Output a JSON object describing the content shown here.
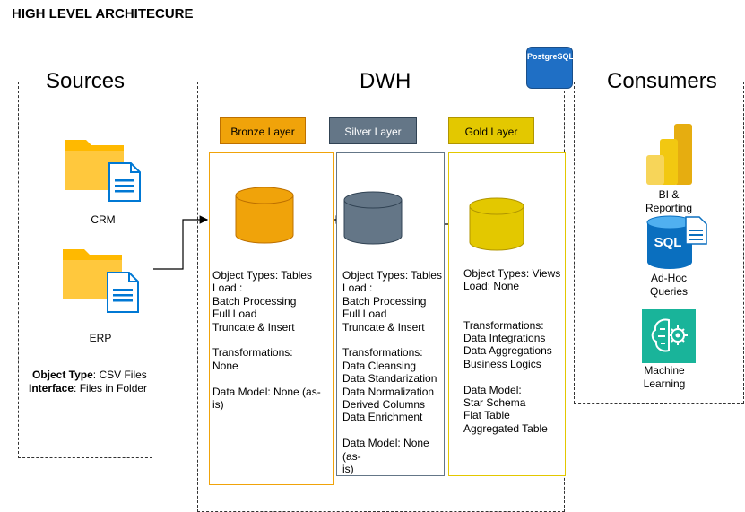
{
  "title": "HIGH LEVEL ARCHITECURE",
  "sections": {
    "sources": "Sources",
    "dwh": "DWH",
    "consumers": "Consumers"
  },
  "postgres_label": "PostgreSQL",
  "sources": {
    "crm_label": "CRM",
    "erp_label": "ERP",
    "object_type_key": "Object Type",
    "object_type_value": ": CSV Files",
    "interface_key": "Interface",
    "interface_value": ": Files in Folder"
  },
  "layers": {
    "bronze": {
      "label": "Bronze Layer",
      "color": "#f0a30a",
      "text": "Object Types: Tables\nLoad :\nBatch Processing\nFull Load\nTruncate & Insert\n\nTransformations:\nNone\n\nData Model: None (as-\nis)"
    },
    "silver": {
      "label": "Silver Layer",
      "color": "#647687",
      "text": "Object Types: Tables\nLoad :\nBatch Processing\nFull Load\nTruncate & Insert\n\nTransformations:\nData Cleansing\nData Standarization\nData Normalization\nDerived Columns\nData Enrichment\n\nData Model: None (as-\nis)"
    },
    "gold": {
      "label": "Gold Layer",
      "color": "#e3c800",
      "text": "Object Types: Views\nLoad: None\n\n\nTransformations:\nData Integrations\nData Aggregations\nBusiness Logics\n\nData Model:\nStar Schema\nFlat Table\nAggregated Table"
    }
  },
  "consumers": {
    "bi_label": "BI &\nReporting",
    "sql_label": "Ad-Hoc\nQueries",
    "sql_icon_text": "SQL",
    "ml_label": "Machine\nLearning"
  },
  "colors": {
    "folder": "#ffc83d",
    "doc_blue": "#0078d4",
    "powerbi": "#f2c811",
    "sql_blue": "#0a6fbf",
    "ml_teal": "#19b49a",
    "postgres_blue": "#1f6fc5"
  }
}
